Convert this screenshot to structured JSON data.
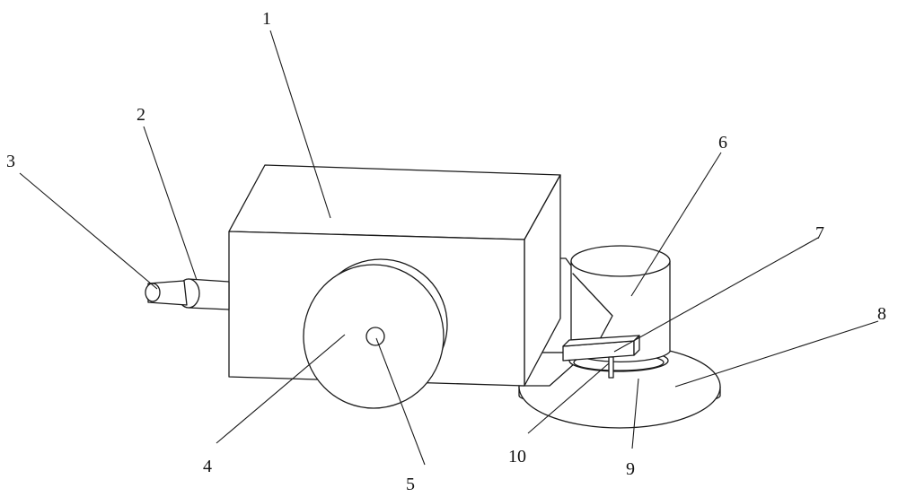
{
  "labels": {
    "l1": "1",
    "l2": "2",
    "l3": "3",
    "l4": "4",
    "l5": "5",
    "l6": "6",
    "l7": "7",
    "l8": "8",
    "l9": "9",
    "l10": "10"
  },
  "colors": {
    "line": "#1a1a1a",
    "background": "#ffffff"
  }
}
